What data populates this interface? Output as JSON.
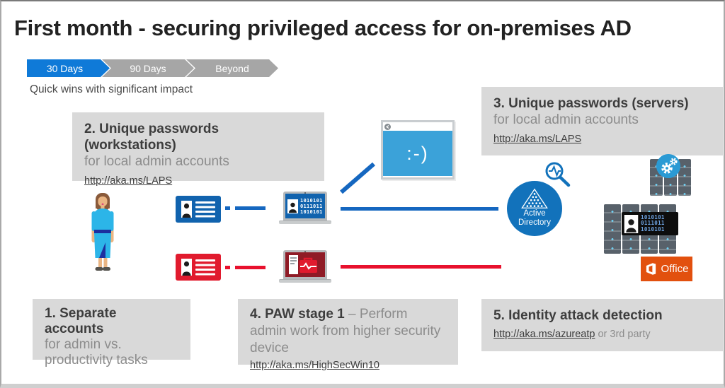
{
  "title": "First month - securing privileged access for on-premises AD",
  "subtitle": "Quick wins with significant impact",
  "timeline": {
    "phases": [
      {
        "label": "30 Days",
        "active": true
      },
      {
        "label": "90 Days",
        "active": false
      },
      {
        "label": "Beyond",
        "active": false
      }
    ]
  },
  "boxes": {
    "separate_accounts": {
      "title": "1. Separate accounts",
      "line1": "for admin vs.",
      "line2": "productivity tasks"
    },
    "unique_passwords_workstations": {
      "title": "2. Unique passwords (workstations)",
      "subtitle": "for local admin accounts",
      "link": "http://aka.ms/LAPS"
    },
    "unique_passwords_servers": {
      "title": "3. Unique passwords (servers)",
      "subtitle": "for local admin accounts",
      "link": "http://aka.ms/LAPS"
    },
    "paw_stage_1": {
      "title_bold": "4. PAW stage 1",
      "title_rest": " – Perform admin work from higher security device",
      "link": "http://aka.ms/HighSecWin10"
    },
    "identity_attack_detection": {
      "title": "5. Identity attack detection",
      "link": "http://aka.ms/azureatp",
      "link_suffix": " or 3rd party"
    }
  },
  "icons": {
    "workstation_screen_code": [
      "1010101",
      "0111011",
      "1010101"
    ],
    "server_badge_code": [
      "1010101",
      "0111011",
      "1010101"
    ],
    "smiley_window_text": ":-)",
    "active_directory_label": [
      "Active",
      "Directory"
    ],
    "office_label": "Office"
  },
  "colors": {
    "accent_blue": "#1567c0",
    "accent_red": "#e8112d",
    "timeline_active_blue": "#0f7ad8",
    "timeline_inactive_gray": "#a6a6a6",
    "callout_box_gray": "#d9d9d9",
    "active_directory_blue": "#1272bb",
    "smiley_window_blue": "#3ba2d9",
    "office_orange": "#e2500e",
    "person_dress_cyan": "#2cb5e8"
  }
}
